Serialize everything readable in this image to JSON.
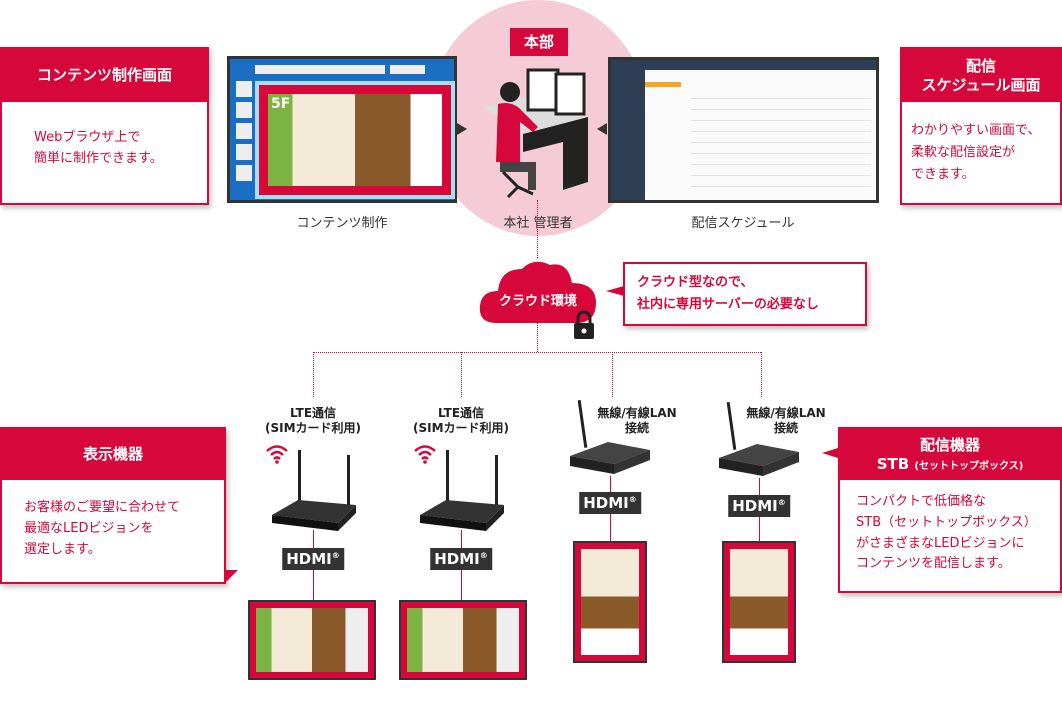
{
  "hq": {
    "label": "本部",
    "admin_caption": "本社 管理者"
  },
  "content_monitor": {
    "caption": "コンテンツ制作",
    "badge": "5F"
  },
  "schedule_monitor": {
    "caption": "配信スケジュール"
  },
  "left_top_box": {
    "title": "コンテンツ制作画面",
    "body": [
      "Webブラウザ上で",
      "簡単に制作できます。"
    ]
  },
  "right_top_box": {
    "title": [
      "配信",
      "スケジュール画面"
    ],
    "body": [
      "わかりやすい画面で、",
      "柔軟な配信設定が",
      "できます。"
    ]
  },
  "cloud": {
    "label": "クラウド環境",
    "callout": [
      "クラウド型なので、",
      "社内に専用サーバーの必要なし"
    ]
  },
  "devices": [
    {
      "label": [
        "LTE通信",
        "(SIMカード利用)"
      ],
      "hdmi": "HDMI",
      "reg": "®"
    },
    {
      "label": [
        "LTE通信",
        "(SIMカード利用)"
      ],
      "hdmi": "HDMI",
      "reg": "®"
    },
    {
      "label": [
        "無線/有線LAN",
        "接続"
      ],
      "hdmi": "HDMI",
      "reg": "®"
    },
    {
      "label": [
        "無線/有線LAN",
        "接続"
      ],
      "hdmi": "HDMI",
      "reg": "®"
    }
  ],
  "left_bottom_box": {
    "title": "表示機器",
    "body": [
      "お客様のご要望に合わせて",
      "最適なLEDビジョンを",
      "選定します。"
    ]
  },
  "right_bottom_box": {
    "title": "配信機器",
    "subtitle": "STB",
    "subtitle_small": "(セットトップボックス)",
    "body": [
      "コンパクトで低価格な",
      "STB（セットトップボックス）",
      "がさまざまなLEDビジョンに",
      "コンテンツを配信します。"
    ]
  }
}
